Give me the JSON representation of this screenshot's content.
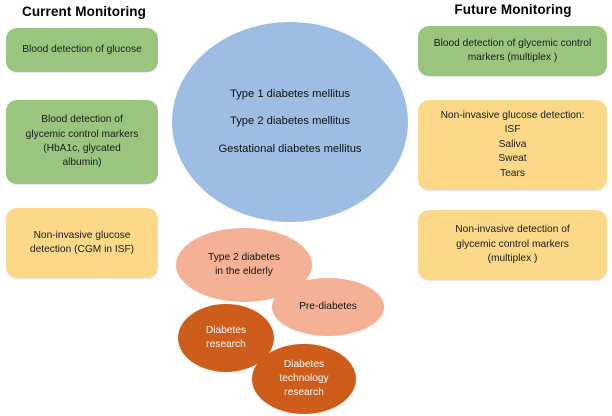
{
  "columns": {
    "left_header": "Current Monitoring",
    "right_header": "Future Monitoring"
  },
  "current_monitoring": {
    "cards": [
      {
        "text": "Blood detection of glucose",
        "color": "#9ac57f"
      },
      {
        "text": "Blood detection of\nglycemic control markers\n(HbA1c, glycated\nalbumin)",
        "color": "#9ac57f"
      },
      {
        "text": "Non-invasive  glucose\ndetection (CGM in ISF)",
        "color": "#fcd889"
      }
    ]
  },
  "future_monitoring": {
    "cards": [
      {
        "text": "Blood detection of glycemic control\nmarkers (multiplex )",
        "color": "#9ac57f"
      },
      {
        "text": "Non-invasive  glucose detection:\nISF\nSaliva\nSweat\nTears",
        "color": "#fcd889"
      },
      {
        "text": "Non-invasive detection of\nglycemic control markers\n(multiplex )",
        "color": "#fcd889"
      }
    ]
  },
  "center": {
    "main_ellipse": {
      "text": "Type 1 diabetes mellitus\nType 2 diabetes mellitus\nGestational diabetes mellitus",
      "color": "#9dbde2"
    },
    "sub_ellipses": [
      {
        "text": "Type 2 diabetes\nin the elderly",
        "color": "#f4b195"
      },
      {
        "text": "Pre-diabetes",
        "color": "#f4b195"
      },
      {
        "text": "Diabetes\nresearch",
        "color": "#ce5c1b"
      },
      {
        "text": "Diabetes\ntechnology\nresearch",
        "color": "#ce5c1b"
      }
    ]
  }
}
